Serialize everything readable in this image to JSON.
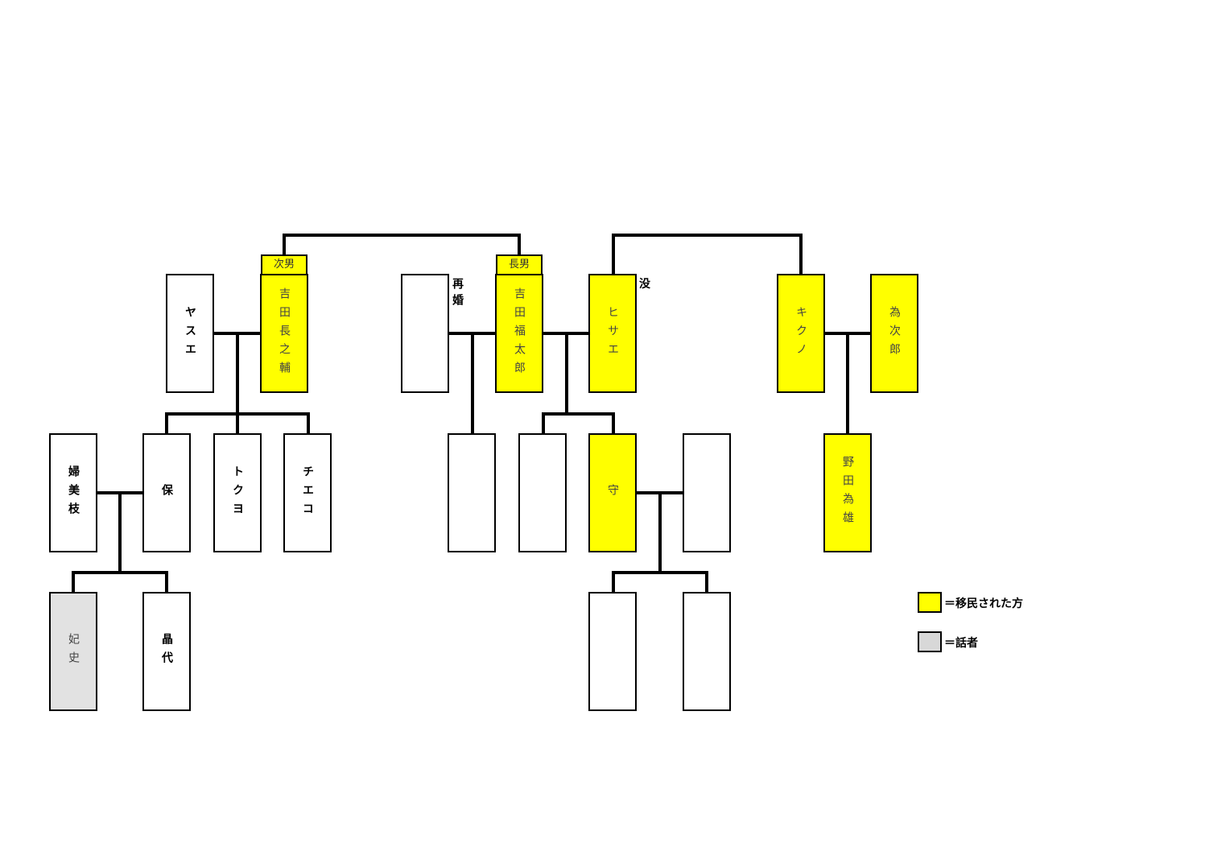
{
  "tags": {
    "jinan": "次男",
    "chonan": "長男"
  },
  "notes": {
    "saikon": "再婚",
    "botsu": "没"
  },
  "people": {
    "yasue": "ヤスエ",
    "yoshida_chonosuke": "吉田長之輔",
    "yoshida_fukutaro": "吉田福太郎",
    "hisae": "ヒサエ",
    "kikuno": "キクノ",
    "tamejiro": "為次郎",
    "fumie": "婦美枝",
    "tamotsu": "保",
    "tokuyo": "トクヨ",
    "chieko": "チエコ",
    "mamoru": "守",
    "noda_tameo": "野田為雄",
    "hifumi": "妃史",
    "akiyo": "晶代"
  },
  "legend": {
    "emigrated": {
      "label": "＝移民された方",
      "color": "#ffff00"
    },
    "narrator": {
      "label": "＝話者",
      "color": "#d8d8d8"
    }
  }
}
